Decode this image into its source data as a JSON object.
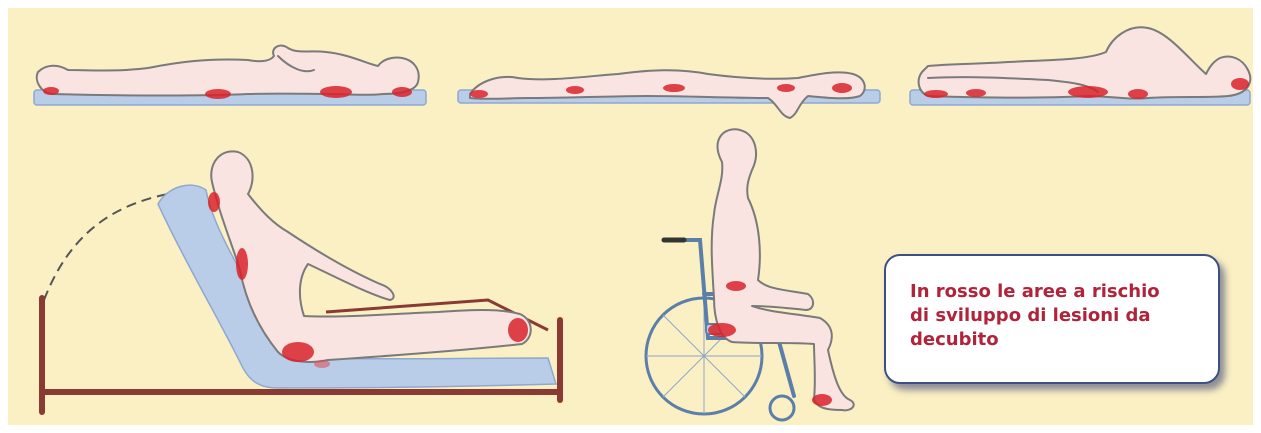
{
  "caption": {
    "text": "In rosso le aree a rischio\ndi sviluppo di lesioni da\ndecubito",
    "text_color": "#b0233a",
    "border_color": "#3e4f86"
  },
  "colors": {
    "background": "#fbefc4",
    "skin": "#f9e4e2",
    "mattress": "#b9cde9",
    "risk_area": "#d8232a",
    "bed_frame": "#8a3a32",
    "wheelchair": "#5b7fa8"
  },
  "figures": [
    "figure-supine",
    "figure-prone",
    "figure-lateral",
    "figure-bed-inclined",
    "figure-wheelchair"
  ]
}
